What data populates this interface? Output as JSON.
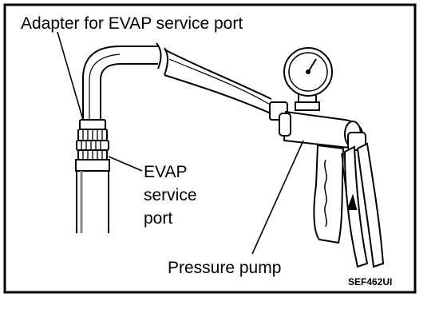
{
  "labels": {
    "adapter": "Adapter for EVAP service port",
    "service_port_lines": [
      "EVAP",
      "service",
      "port"
    ],
    "pump": "Pressure pump",
    "figure_code": "SEF462UI"
  },
  "colors": {
    "ink": "#000000",
    "paper": "#ffffff",
    "shade": "#7a7a7a"
  }
}
